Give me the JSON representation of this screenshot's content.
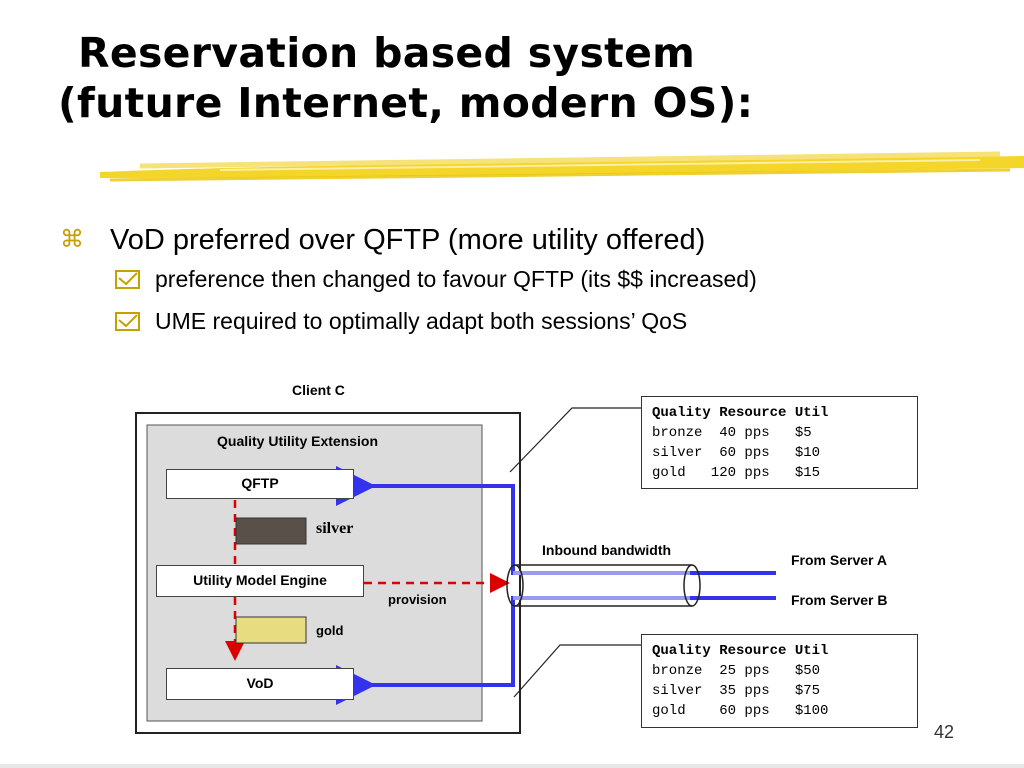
{
  "slide": {
    "title_line1": "Reservation based system",
    "title_line2": "(future Internet, modern OS):",
    "bullet_main": "VoD  preferred over  QFTP (more utility offered)",
    "sub_bullets": [
      "preference  then changed to favour QFTP (its $$ increased)",
      "UME  required to optimally adapt both sessions’ QoS"
    ],
    "page_number": "42"
  },
  "diagram": {
    "client_label": "Client C",
    "extension_label": "Quality Utility Extension",
    "qftp_label": "QFTP",
    "ume_label": "Utility Model Engine",
    "vod_label": "VoD",
    "silver_label": "silver",
    "gold_label": "gold",
    "provision_label": "provision",
    "inbound_label": "Inbound bandwidth",
    "server_a_label": "From Server A",
    "server_b_label": "From Server B",
    "colors": {
      "blue_flow": "#3333ee",
      "light_blue_flow": "#9999ee",
      "red_dashed": "#dd0000",
      "silver_bar": "#5a504a",
      "gold_bar": "#e8dc80",
      "panel_bg": "#dcdcdc",
      "highlight_yellow": "#f4d62a"
    },
    "table_top": {
      "header": "Quality Resource Util",
      "rows": [
        "bronze  40 pps   $5",
        "silver  60 pps   $10",
        "gold   120 pps   $15"
      ]
    },
    "table_bottom": {
      "header": "Quality Resource Util",
      "rows": [
        "bronze  25 pps   $50",
        "silver  35 pps   $75",
        "gold    60 pps   $100"
      ]
    }
  }
}
